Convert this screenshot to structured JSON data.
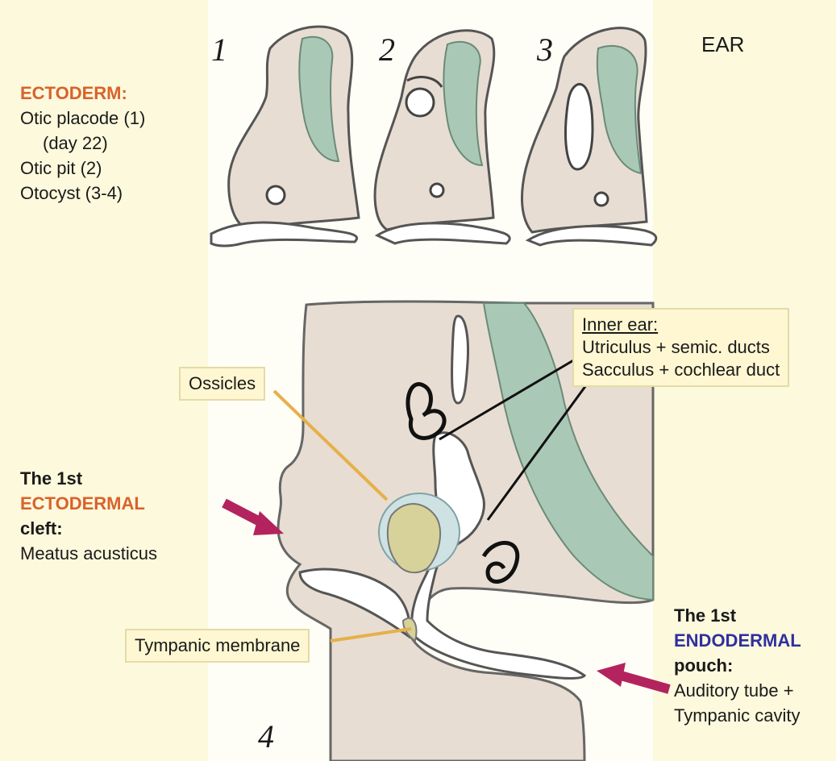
{
  "stage_numbers": [
    "1",
    "2",
    "3",
    "4"
  ],
  "title": "EAR",
  "ectoderm": {
    "heading": "ECTODERM:",
    "lines": [
      "Otic placode (1)",
      "(day 22)",
      "Otic pit (2)",
      "Otocyst (3-4)"
    ]
  },
  "inner_ear": {
    "heading": "Inner ear:",
    "lines": [
      "Utriculus + semic. ducts",
      "Sacculus + cochlear duct"
    ]
  },
  "ossicles_label": "Ossicles",
  "tympanic_label": "Tympanic membrane",
  "ectodermal_cleft": {
    "line1": "The 1st",
    "highlight": "ECTODERMAL",
    "line3": "cleft:",
    "line4": "Meatus acusticus"
  },
  "endodermal_pouch": {
    "line1": "The 1st",
    "highlight": "ENDODERMAL",
    "line3": "pouch:",
    "line4": "Auditory tube +",
    "line5": "Tympanic cavity"
  },
  "colors": {
    "background": "#fdf9dd",
    "tissue": "#e8ddd2",
    "neural_tube": "#a9c9b6",
    "ectoderm_text": "#d9622b",
    "endoderm_text": "#2f2f9f",
    "arrow": "#b3245e",
    "leader_line": "#e6b04a"
  }
}
